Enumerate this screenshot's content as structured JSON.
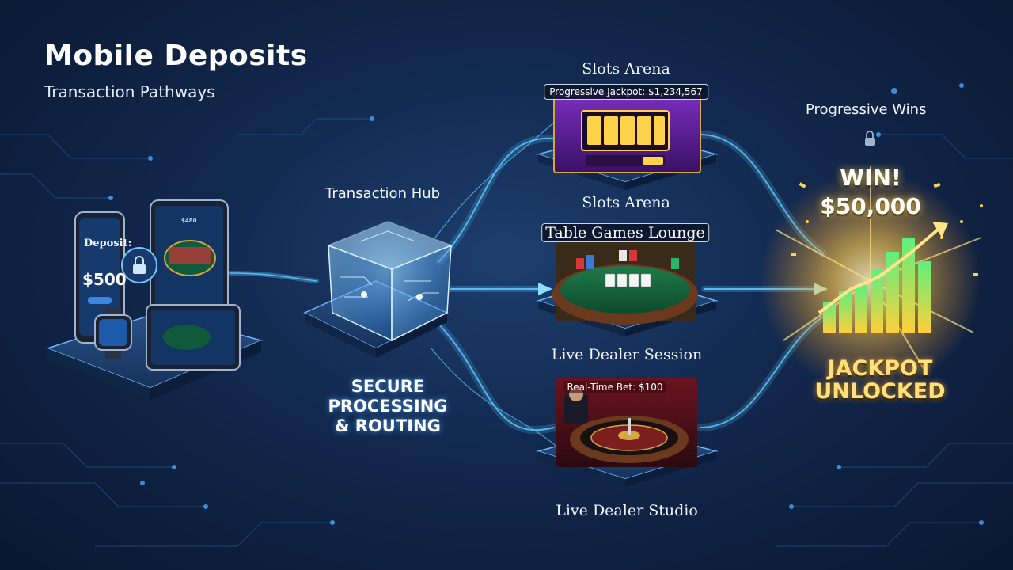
{
  "header": {
    "title": "Mobile Deposits",
    "subtitle": "Transaction Pathways"
  },
  "devices": {
    "phone_deposit_label": "Deposit:",
    "phone_amount": "$500",
    "tablet_amount": "$480"
  },
  "hub": {
    "label": "Transaction Hub",
    "caption_lines": [
      "SECURE",
      "PROCESSING",
      "& ROUTING"
    ]
  },
  "venues": {
    "slots": {
      "label_top": "Slots Arena",
      "banner": "Progressive Jackpot: $1,234,567",
      "label_bottom": "Slots Arena"
    },
    "table": {
      "banner": "Table Games Lounge",
      "label_bottom": "Live Dealer Session"
    },
    "live": {
      "banner": "Real-Time Bet: $100",
      "label_bottom": "Live Dealer Studio"
    }
  },
  "outcome": {
    "label": "Progressive Wins",
    "win_line_1": "WIN!",
    "win_line_2": "$50,000",
    "jackpot_line_1": "JACKPOT",
    "jackpot_line_2": "UNLOCKED"
  },
  "colors": {
    "background": "#12284d",
    "flow": "#5ac8ff",
    "accent_gold": "#ffd24a",
    "growth_green": "#4fe27a"
  },
  "icons": [
    "lock-icon",
    "watch-icon",
    "cube-icon",
    "chart-icon"
  ]
}
